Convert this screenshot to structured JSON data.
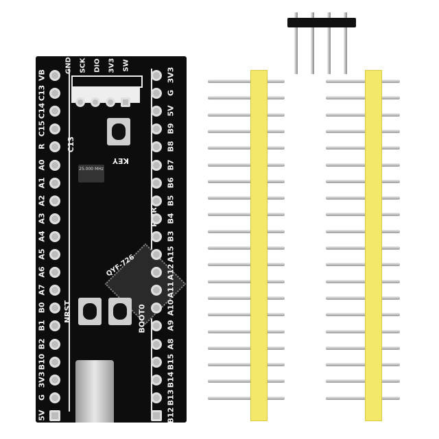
{
  "board": {
    "left_pins": [
      "VB",
      "C13",
      "C14",
      "C15",
      "R",
      "A0",
      "A1",
      "A2",
      "A3",
      "A4",
      "A5",
      "A6",
      "A7",
      "B0",
      "B1",
      "B2",
      "B10",
      "3V3",
      "G",
      "5V"
    ],
    "right_pins": [
      "3V3",
      "G",
      "5V",
      "B9",
      "B8",
      "B7",
      "B6",
      "B5",
      "B4",
      "B3",
      "A15",
      "A12",
      "A11",
      "A10",
      "A9",
      "A8",
      "B15",
      "B14",
      "B13",
      "B12"
    ],
    "swd_labels": [
      "GND",
      "SCK",
      "DIO",
      "3V3",
      "SW"
    ],
    "led_c13": "C13",
    "led_pwr": "PWR",
    "key_label": "KEY",
    "nrst_label": "NRST",
    "boot0_label": "BOOT0",
    "model_label": "QYF-726",
    "crystal_label": "25.000 MHz",
    "colors": {
      "pcb": "#0d0d0d",
      "header": "#f3e86a",
      "silkscreen": "#f2f2f2"
    }
  },
  "headers": {
    "long_header_pin_count": 20,
    "short_header_pin_count": 4,
    "long_header_count": 2
  }
}
